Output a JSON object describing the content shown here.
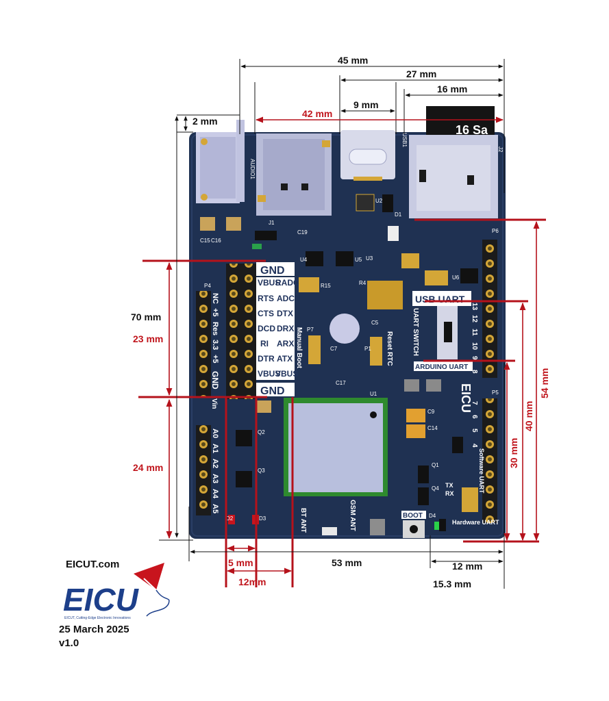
{
  "dimensions": {
    "d45": "45 mm",
    "d27": "27 mm",
    "d16": "16 mm",
    "d42": "42 mm",
    "d9": "9 mm",
    "d2": "2 mm",
    "d70": "70 mm",
    "d23": "23 mm",
    "d24": "24 mm",
    "d54": "54 mm",
    "d40": "40 mm",
    "d30": "30 mm",
    "d5": "5 mm",
    "d12a": "12mm",
    "d53": "53 mm",
    "d12b": "12 mm",
    "d15": "15.3 mm"
  },
  "board": {
    "brand": "EICU",
    "usb_uart": "USB UART",
    "uart_switch": "UART SWITCH",
    "arduino_uart": "ARDUINO UART",
    "gnd_top": "GND",
    "gnd_bottom": "GND",
    "gnd_side": "GND",
    "vin": "Vin",
    "manual_boot": "Manual Boot",
    "reset_rtc": "Reset RTC",
    "boot": "BOOT",
    "bt_ant": "BT ANT",
    "gsm_ant": "GSM ANT",
    "software_uart": "Software UART",
    "hardware_uart": "Hardware UART",
    "tx": "TX",
    "rx": "RX",
    "sd_text": "Sa",
    "sd_text2": "16",
    "uart_left": [
      "VBUS",
      "RTS",
      "CTS",
      "DCD",
      "RI",
      "DTR",
      "VBUS"
    ],
    "uart_right": [
      "RADC",
      "ADC",
      "DTX",
      "DRX",
      "ARX",
      "ATX",
      "VBUS"
    ],
    "power_labels": [
      "NC",
      "+5",
      "Res",
      "3.3",
      "+5"
    ],
    "analog_labels": [
      "A0",
      "A1",
      "A2",
      "A3",
      "A4",
      "A5"
    ],
    "digital_upper": [
      "13",
      "12",
      "11",
      "10",
      "9",
      "8"
    ],
    "digital_lower": [
      "7",
      "6",
      "5",
      "4"
    ],
    "refs": [
      "AUDIO1",
      "USB1",
      "J2",
      "J1",
      "U1",
      "U2",
      "U3",
      "U4",
      "U5",
      "U6",
      "P1",
      "P4",
      "P5",
      "P6",
      "P7",
      "Q1",
      "Q2",
      "Q3",
      "Q4",
      "D1",
      "D2",
      "D3",
      "D4",
      "C5",
      "C7",
      "C9",
      "C14",
      "C15",
      "C16",
      "C17",
      "C19",
      "R4",
      "R15"
    ]
  },
  "footer": {
    "site": "EICUT.com",
    "logo": "EICU",
    "tagline": "EICUT, Cutting-Edge Electronic Innovations",
    "date": "25 March 2025",
    "version": "v1.0"
  },
  "colors": {
    "pcb": "#1f3152",
    "pcb_edge": "#2a3e66",
    "gold": "#d4a637",
    "red_line": "#b5121b",
    "silk": "#ffffff",
    "module": "#b8bfdd",
    "module_border": "#2e8a2e",
    "brand_blue": "#1d3f8a",
    "brand_red": "#c8141d"
  }
}
